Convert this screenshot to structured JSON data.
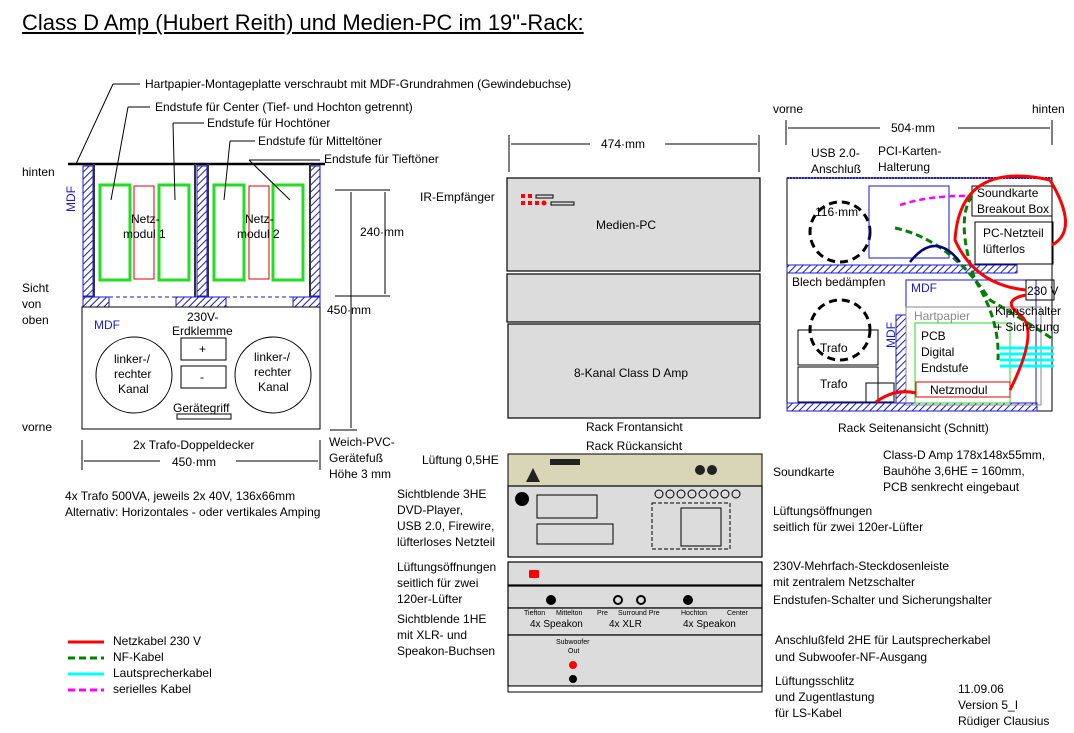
{
  "title": "Class D Amp (Hubert Reith) und Medien-PC im 19\"-Rack:",
  "top_view": {
    "callouts": [
      "Hartpapier-Montageplatte verschraubt mit MDF-Grundrahmen (Gewindebuchse)",
      "Endstufe für Center (Tief- und Hochton getrennt)",
      "Endstufe für Hochtöner",
      "Endstufe für Mitteltöner",
      "Endstufe für Tieftöner"
    ],
    "label_hinten": "hinten",
    "label_sicht_von_oben": [
      "Sicht",
      "von",
      "oben"
    ],
    "label_vorne": "vorne",
    "mdf_side": "MDF",
    "mdf_bottom": "MDF",
    "netzmodul_1": [
      "Netz-",
      "modul 1"
    ],
    "netzmodul_2": [
      "Netz-",
      "modul 2"
    ],
    "erdklemme": [
      "230V-",
      "Erdklemme"
    ],
    "plus": "+",
    "minus": "-",
    "kanal_left": [
      "linker-/",
      "rechter",
      "Kanal"
    ],
    "kanal_right": [
      "linker-/",
      "rechter",
      "Kanal"
    ],
    "handle": "Gerätegriff",
    "dim_240": "240·mm",
    "dim_450_v": "450·mm",
    "dim_450_h": "450·mm",
    "caption": "2x Trafo-Doppeldecker",
    "foot": [
      "Weich-PVC-",
      "Gerätefuß",
      "Höhe 3 mm"
    ],
    "notes": [
      "4x Trafo 500VA, jeweils 2x 40V,  136x66mm",
      "Alternativ: Horizontales - oder vertikales Amping"
    ]
  },
  "front_view": {
    "dim_474": "474·mm",
    "ir_label": "IR-Empfänger",
    "medien_pc": "Medien-PC",
    "amp": "8-Kanal Class D Amp",
    "caption": "Rack Frontansicht"
  },
  "rear_view": {
    "caption": "Rack Rückansicht",
    "left_labels": [
      {
        "lines": [
          "Lüftung 0,5HE"
        ]
      },
      {
        "lines": [
          "Sichtblende 3HE",
          "DVD-Player,",
          "USB 2.0, Firewire,",
          "lüfterloses Netzteil"
        ]
      },
      {
        "lines": [
          "Lüftungsöffnungen",
          "seitlich für zwei",
          "120er-Lüfter"
        ]
      },
      {
        "lines": [
          "Sichtblende 1HE",
          "mit XLR- und",
          "Speakon-Buchsen"
        ]
      }
    ],
    "right_labels": [
      {
        "lines": [
          "Soundkarte"
        ]
      },
      {
        "lines": [
          "Lüftungsöffnungen",
          "seitlich für zwei 120er-Lüfter"
        ]
      },
      {
        "lines": [
          "230V-Mehrfach-Steckdosenleiste",
          "mit zentralem Netzschalter",
          "Endstufen-Schalter und Sicherungshalter"
        ]
      },
      {
        "lines": [
          "Anschlußfeld 2HE für Lautsprecherkabel",
          "und Subwoofer-NF-Ausgang"
        ]
      },
      {
        "lines": [
          "Lüftungsschlitz",
          "und Zugentlastung",
          "für LS-Kabel"
        ]
      }
    ],
    "connector_labels": [
      "Tiefton",
      "Mittelton",
      "Pre",
      "Surround Pre",
      "Hochton",
      "Center"
    ],
    "group_labels": [
      "4x Speakon",
      "4x XLR",
      "4x Speakon"
    ],
    "subwoofer": [
      "Subwoofer",
      "Out"
    ]
  },
  "side_view": {
    "vorne": "vorne",
    "hinten": "hinten",
    "dim_504": "504·mm",
    "usb": [
      "USB 2.0-",
      "Anschluß"
    ],
    "pci": [
      "PCI-Karten-",
      "Halterung"
    ],
    "fan_dim": "116·mm",
    "soundkarte": [
      "Soundkarte",
      "Breakout Box"
    ],
    "pc_psu": [
      "PC-Netzteil",
      "lüfterlos"
    ],
    "blech": "Blech bedämpfen",
    "mdf_top": "MDF",
    "mdf_side": "MDF",
    "v230": "230 V",
    "kipp": [
      "Kippschalter",
      "+ Sicherung"
    ],
    "hartpapier": "Hartpapier",
    "pcb": [
      "PCB",
      "Digital",
      "Endstufe"
    ],
    "netzmodul": "Netzmodul",
    "trafo1": "Trafo",
    "trafo2": "Trafo",
    "caption": "Rack Seitenansicht (Schnitt)",
    "spec": [
      "Class-D Amp  178x148x55mm,",
      "Bauhöhe 3,6HE = 160mm,",
      "PCB senkrecht eingebaut"
    ]
  },
  "legend": [
    {
      "label": "Netzkabel 230 V",
      "color": "#ff0000",
      "style": "solid"
    },
    {
      "label": "NF-Kabel",
      "color": "#008000",
      "style": "dashed"
    },
    {
      "label": "Lautsprecherkabel",
      "color": "#00ffff",
      "style": "solid"
    },
    {
      "label": "serielles Kabel",
      "color": "#ff00ff",
      "style": "dashed"
    }
  ],
  "footer": {
    "date": "11.09.06",
    "version": "Version 5_I",
    "author": "Rüdiger Clausius"
  },
  "colors": {
    "mdf_blue": "#1a1ad0",
    "module_green": "#22dd22",
    "netz_red": "#dd0000",
    "panel_gray": "#dcdcdc"
  }
}
